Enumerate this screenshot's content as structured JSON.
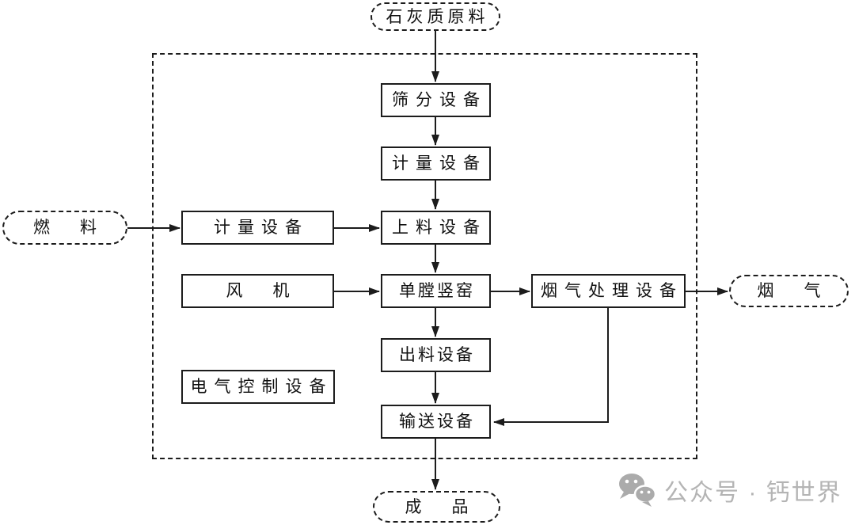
{
  "canvas": {
    "background": "#ffffff",
    "line_color": "#1c1c1c",
    "text_color": "#111111"
  },
  "nodes": {
    "limestone": {
      "label": "石灰质原料",
      "shape": "stadium-dashed"
    },
    "screening": {
      "label": "筛分设备",
      "shape": "rect"
    },
    "metering_center": {
      "label": "计量设备",
      "shape": "rect"
    },
    "feeding": {
      "label": "上料设备",
      "shape": "rect"
    },
    "kiln": {
      "label": "单膛竖窑",
      "shape": "rect"
    },
    "discharge": {
      "label": "出料设备",
      "shape": "rect"
    },
    "conveying": {
      "label": "输送设备",
      "shape": "rect"
    },
    "fuel": {
      "label": "燃料",
      "shape": "stadium-dashed"
    },
    "metering_left": {
      "label": "计量设备",
      "shape": "rect"
    },
    "fan": {
      "label": "风机",
      "shape": "rect"
    },
    "electric_control": {
      "label": "电气控制设备",
      "shape": "rect"
    },
    "flue_treatment": {
      "label": "烟气处理设备",
      "shape": "rect"
    },
    "flue_gas": {
      "label": "烟气",
      "shape": "stadium-dashed"
    },
    "product": {
      "label": "成品",
      "shape": "stadium-dashed"
    }
  },
  "edges": [
    {
      "from": "limestone",
      "to": "screening"
    },
    {
      "from": "screening",
      "to": "metering_center"
    },
    {
      "from": "metering_center",
      "to": "feeding"
    },
    {
      "from": "fuel",
      "to": "metering_left"
    },
    {
      "from": "metering_left",
      "to": "feeding"
    },
    {
      "from": "feeding",
      "to": "kiln"
    },
    {
      "from": "fan",
      "to": "kiln"
    },
    {
      "from": "kiln",
      "to": "flue_treatment"
    },
    {
      "from": "flue_treatment",
      "to": "flue_gas"
    },
    {
      "from": "kiln",
      "to": "discharge"
    },
    {
      "from": "discharge",
      "to": "conveying"
    },
    {
      "from": "flue_treatment",
      "to": "conveying"
    },
    {
      "from": "conveying",
      "to": "product"
    }
  ],
  "watermark": {
    "icon": "wechat-icon",
    "text": "公众号 · 钙世界",
    "color": "#b4b4b4"
  }
}
